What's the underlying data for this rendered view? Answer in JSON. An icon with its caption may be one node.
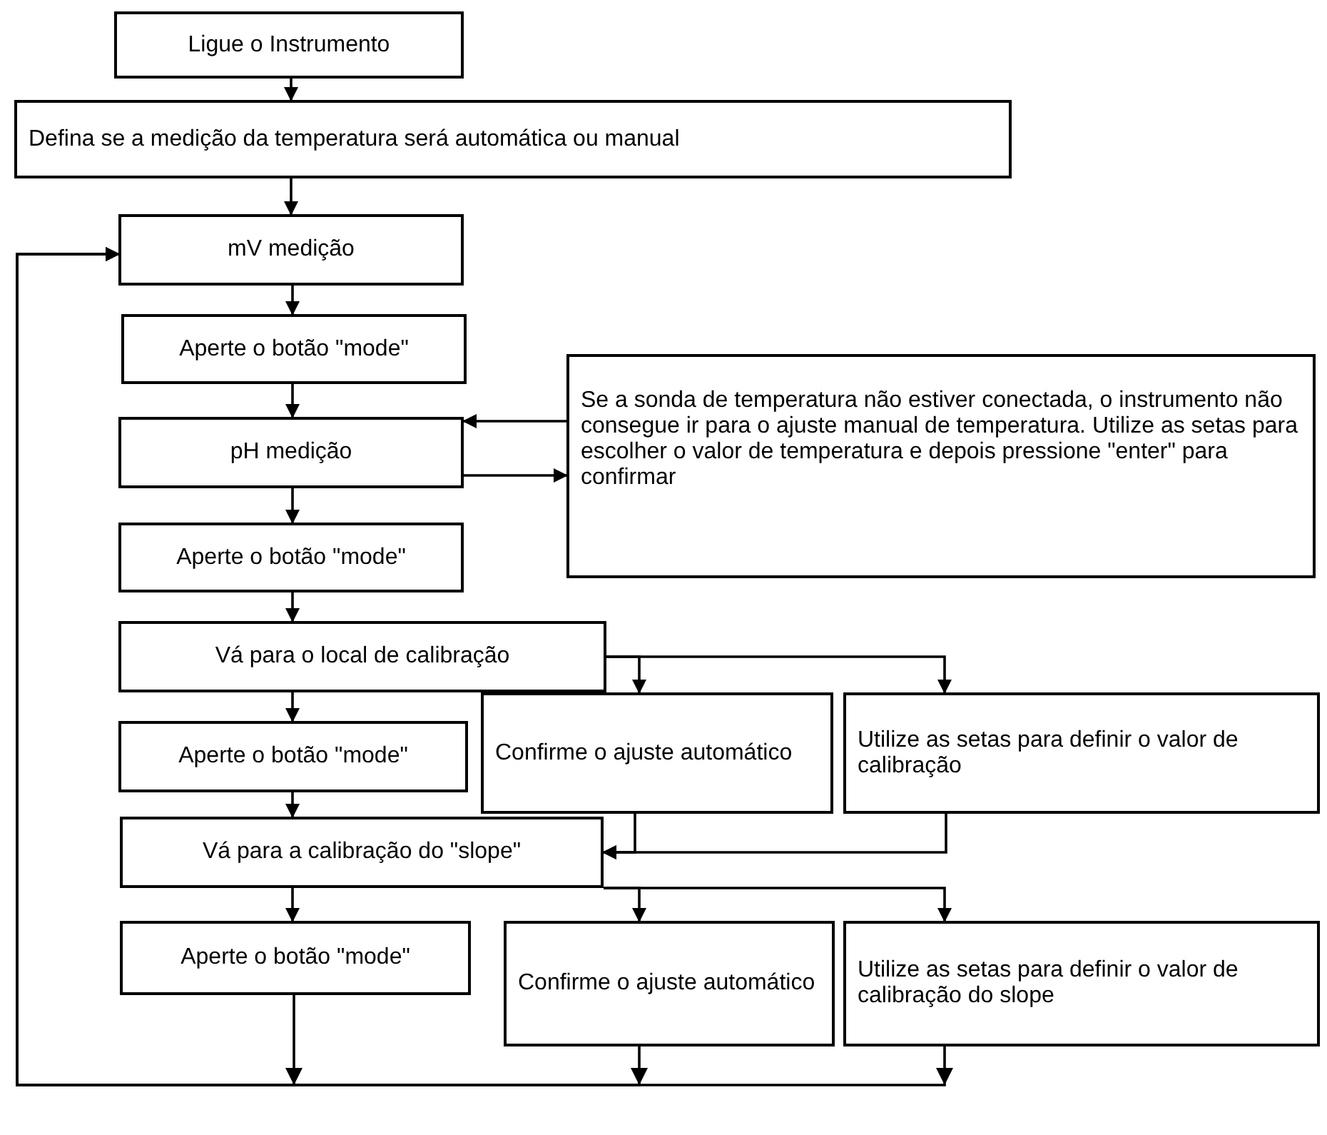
{
  "diagram": {
    "nodes": [
      {
        "text": [
          "Ligue o Instrumento"
        ]
      },
      {
        "text": [
          "Defina se a medição da temperatura será automática ou manual"
        ]
      },
      {
        "text": [
          "mV medição"
        ]
      },
      {
        "text": [
          "Aperte o botão \"mode\""
        ]
      },
      {
        "text": [
          "pH medição"
        ]
      },
      {
        "text": [
          "Se a sonda de temperatura não estiver conectada, o instrumento não consegue ir para o ajuste manual de temperatura. Utilize as setas para escolher o valor de temperatura e depois pressione \"enter\" para confirmar"
        ]
      },
      {
        "text": [
          "Aperte o botão \"mode\""
        ]
      },
      {
        "text": [
          "Vá para o local de calibração"
        ]
      },
      {
        "text": [
          "Aperte o botão \"mode\""
        ]
      },
      {
        "text": [
          "Confirme o ajuste automático"
        ]
      },
      {
        "text": [
          "Utilize as setas para definir o valor de calibração"
        ]
      },
      {
        "text": [
          "Vá para a calibração do \"slope\""
        ]
      },
      {
        "text": [
          "Aperte o botão \"mode\""
        ]
      },
      {
        "text": [
          "Confirme o ajuste automático"
        ]
      },
      {
        "text": [
          "Utilize as setas para definir o valor de calibração do slope"
        ]
      }
    ],
    "edges": [
      {
        "from": 0,
        "to": 1,
        "arrow": "to"
      },
      {
        "from": 1,
        "to": 2,
        "arrow": "to"
      },
      {
        "from": 2,
        "to": 3,
        "arrow": "to"
      },
      {
        "from": 3,
        "to": 4,
        "arrow": "to"
      },
      {
        "from": 4,
        "to": 5,
        "arrow": "to"
      },
      {
        "from": 5,
        "to": 4,
        "arrow": "to"
      },
      {
        "from": 4,
        "to": 6,
        "arrow": "to"
      },
      {
        "from": 6,
        "to": 7,
        "arrow": "to"
      },
      {
        "from": 7,
        "to": 8,
        "arrow": "to"
      },
      {
        "from": 7,
        "to": 9,
        "arrow": "to"
      },
      {
        "from": 7,
        "to": 10,
        "arrow": "to"
      },
      {
        "from": 8,
        "to": 11,
        "arrow": "to"
      },
      {
        "from": 9,
        "to": 11,
        "arrow": "to"
      },
      {
        "from": 10,
        "to": 11,
        "arrow": "to"
      },
      {
        "from": 11,
        "to": 12,
        "arrow": "to"
      },
      {
        "from": 11,
        "to": 13,
        "arrow": "to"
      },
      {
        "from": 11,
        "to": 14,
        "arrow": "to"
      },
      {
        "from": 12,
        "to": 2,
        "arrow": "to"
      },
      {
        "from": 13,
        "to": 2,
        "arrow": "to"
      },
      {
        "from": 14,
        "to": 2,
        "arrow": "to"
      }
    ]
  }
}
